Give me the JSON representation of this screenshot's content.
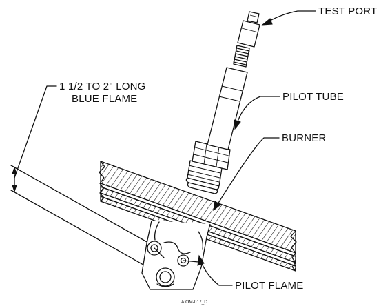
{
  "labels": {
    "test_port": "TEST PORT",
    "pilot_tube": "PILOT TUBE",
    "burner": "BURNER",
    "flame_length_line1": "1 1/2 TO 2\" LONG",
    "flame_length_line2": "BLUE FLAME",
    "pilot_flame": "PILOT FLAME",
    "drawing_code": "AIOM-017_D"
  },
  "icons": {
    "leader_arrow": "arrowhead",
    "dimension_arrows": "double-arrowhead"
  },
  "colors": {
    "ink": "#111111",
    "background": "#ffffff"
  }
}
